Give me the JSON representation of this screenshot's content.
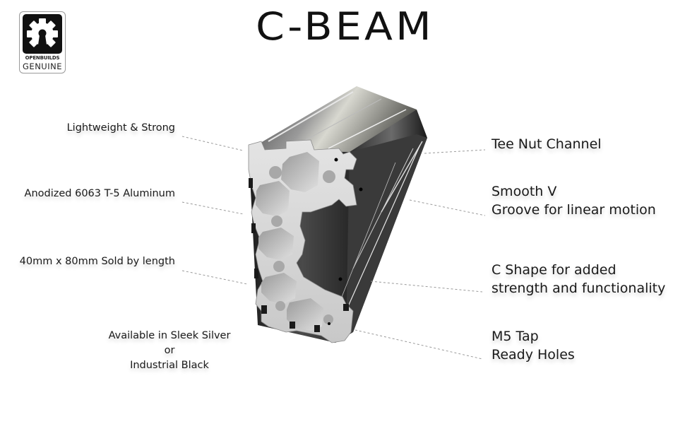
{
  "logo": {
    "icon": "gear-keyhole-icon",
    "line1": "OPENBUILDS",
    "line2": "GENUINE"
  },
  "title": "C-BEAM",
  "left_callouts": [
    {
      "text": "Lightweight & Strong"
    },
    {
      "text": "Anodized 6063 T-5 Aluminum"
    },
    {
      "text": "40mm x 80mm Sold by length"
    }
  ],
  "bottom_left_callout": {
    "line1": "Available in Sleek Silver",
    "line2": "or",
    "line3": "Industrial Black"
  },
  "right_callouts": [
    {
      "line1": "Tee Nut Channel"
    },
    {
      "line1": "Smooth V",
      "line2": "Groove for linear motion"
    },
    {
      "line1": "C Shape for added",
      "line2": "strength and functionality"
    },
    {
      "line1": "M5 Tap",
      "line2": "Ready Holes"
    }
  ],
  "colors": {
    "background": "#ffffff",
    "text": "#1a1a1a",
    "leader_line": "#9a9a9a",
    "beam_dark": "#2a2a2a",
    "beam_face": "#d9d9d9"
  }
}
